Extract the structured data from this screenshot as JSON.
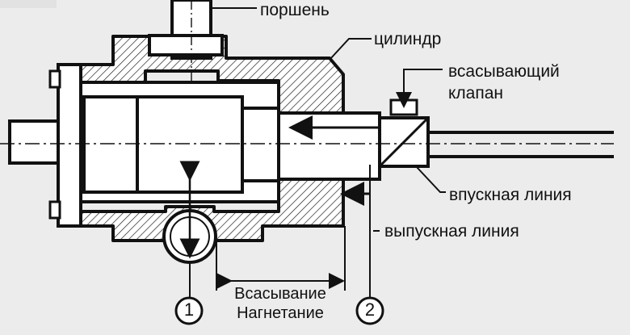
{
  "labels": {
    "piston": "поршень",
    "cylinder": "цилиндр",
    "suction_valve_line1": "всасывающий",
    "suction_valve_line2": "клапан",
    "inlet_line": "впускная линия",
    "outlet_line": "выпускная линия",
    "stroke_suction": "Всасывание",
    "stroke_discharge": "Нагнетание"
  },
  "markers": {
    "one": "1",
    "two": "2"
  },
  "colors": {
    "background": "#ececec",
    "line": "#111111",
    "body_fill": "#ffffff"
  }
}
